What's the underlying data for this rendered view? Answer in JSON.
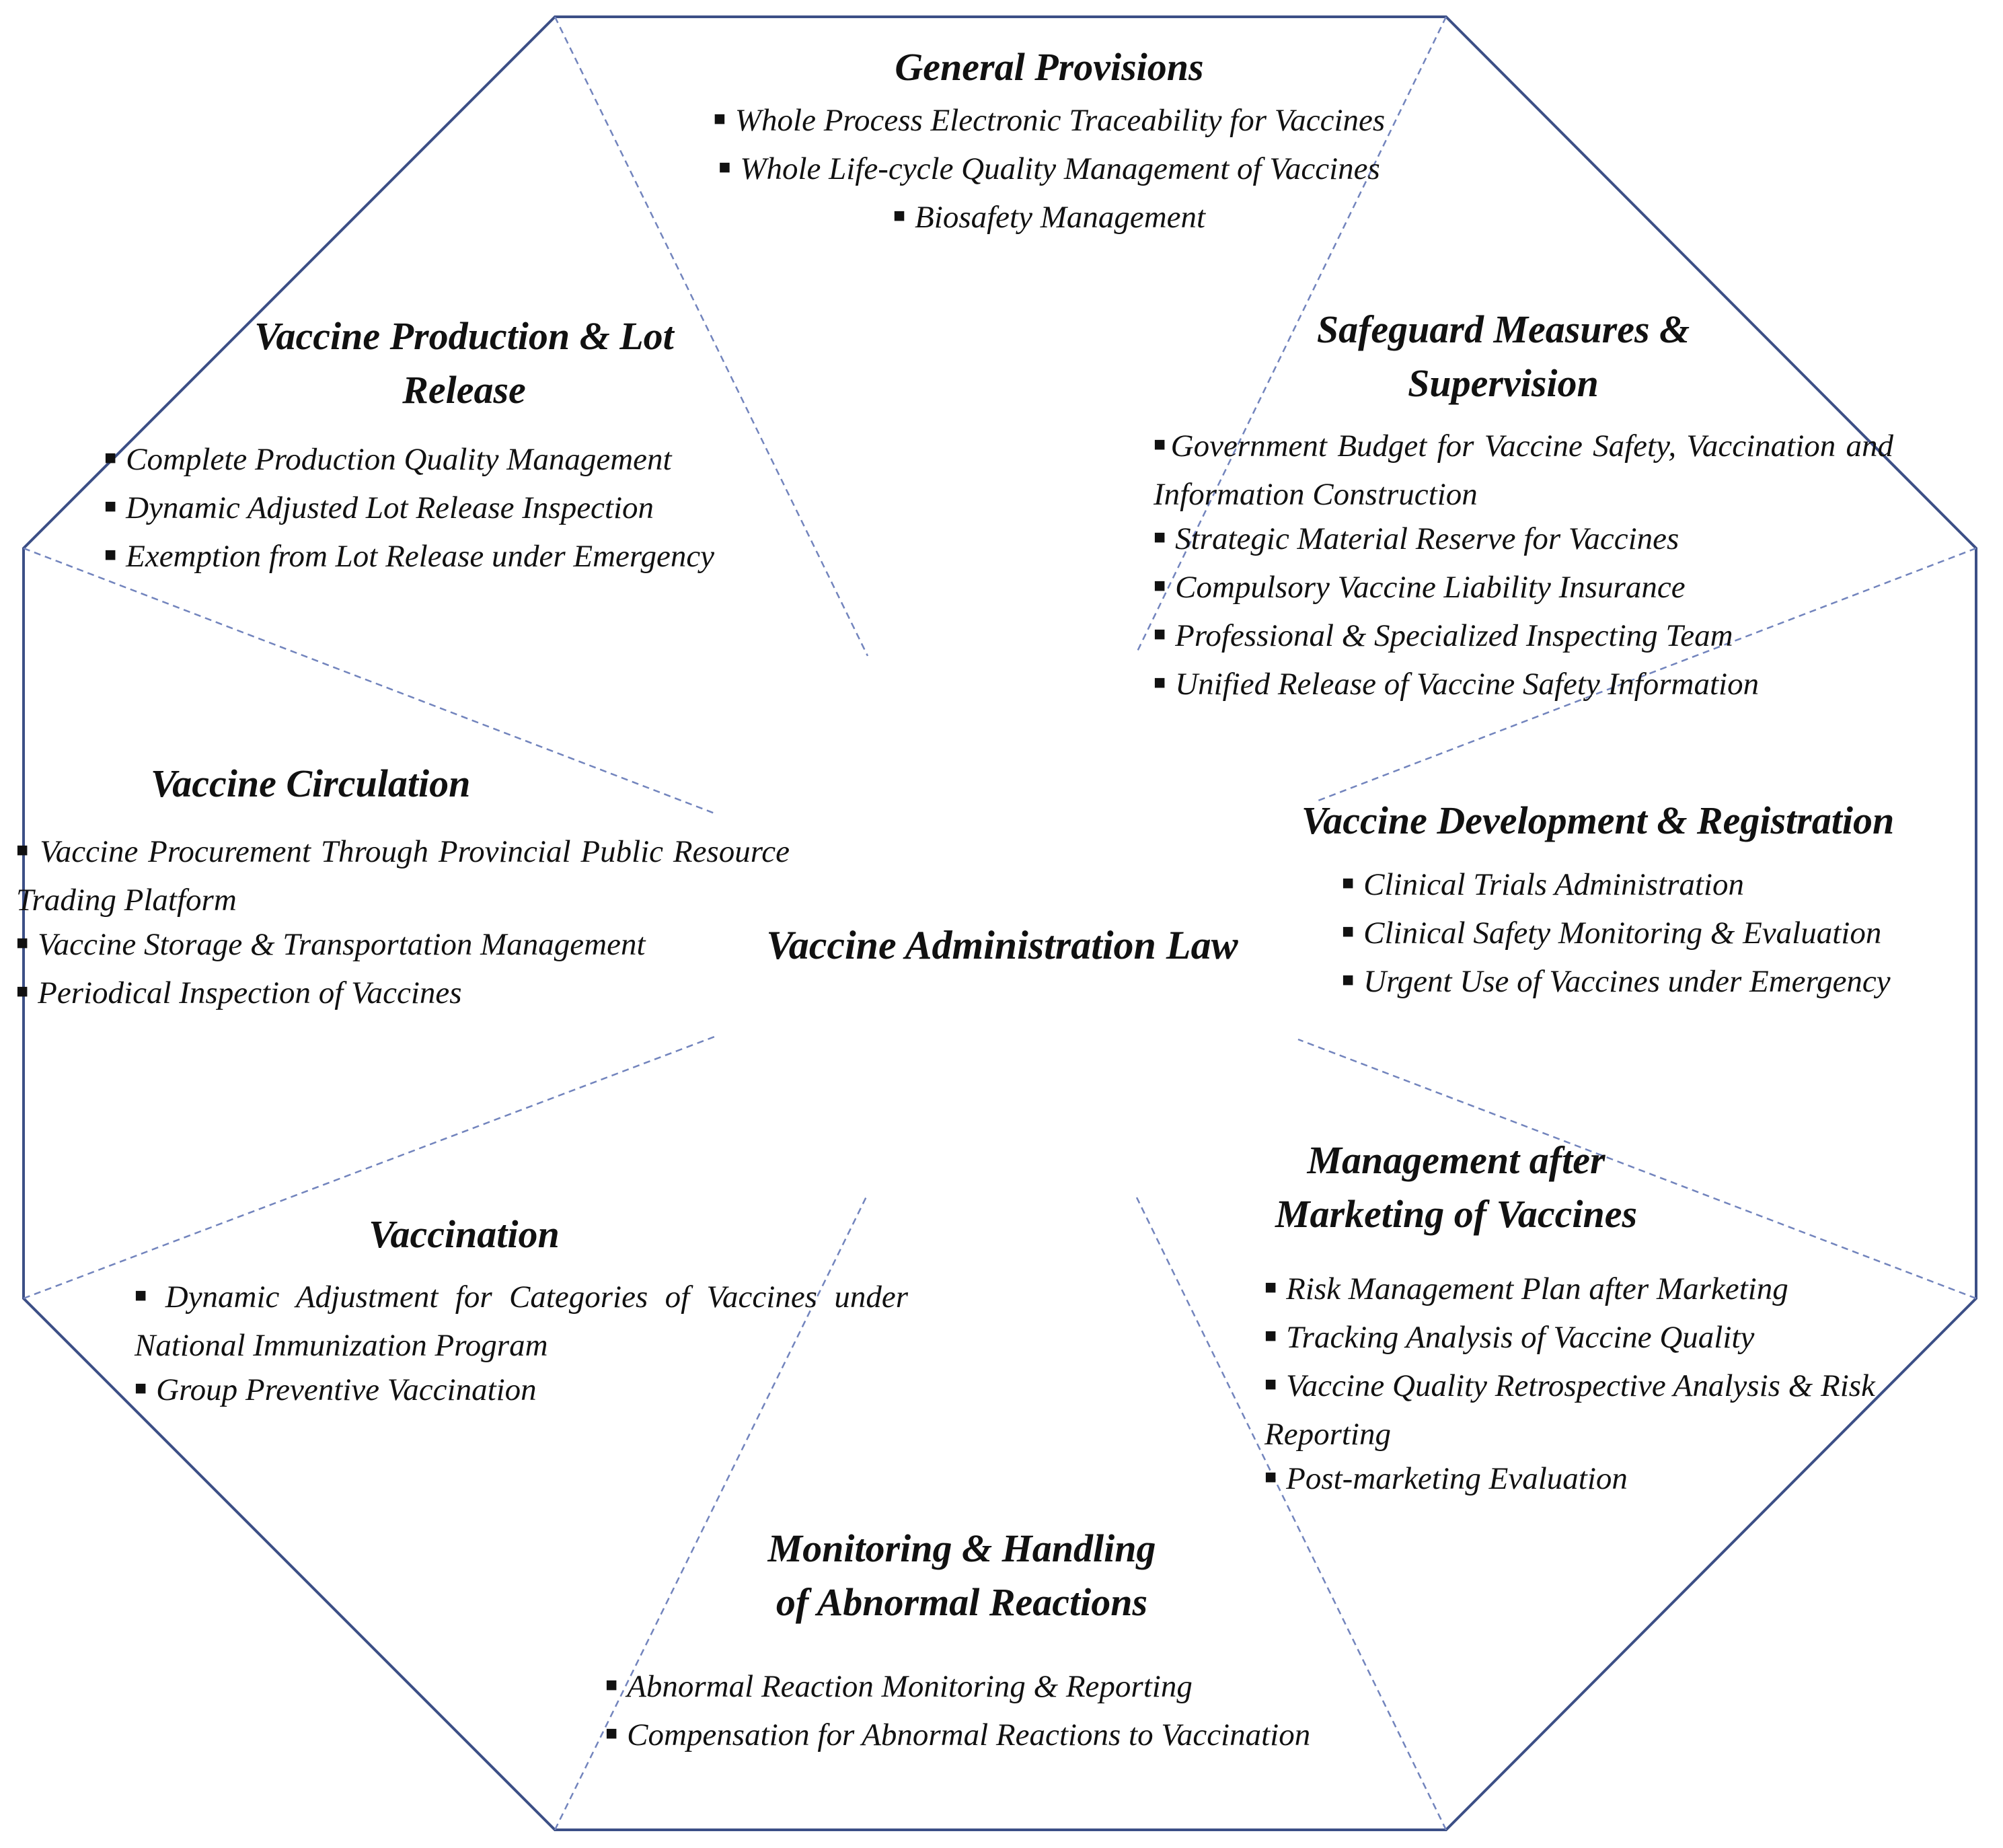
{
  "center_title": "Vaccine Administration Law",
  "colors": {
    "outline": "#3c4f86",
    "divider": "#7284bd",
    "text": "#111111"
  },
  "sections": {
    "general_provisions": {
      "title": "General Provisions",
      "items": [
        "Whole Process Electronic Traceability for Vaccines",
        "Whole Life-cycle Quality Management of Vaccines",
        "Biosafety Management"
      ]
    },
    "safeguard_measures": {
      "title_line1": "Safeguard Measures &",
      "title_line2": "Supervision",
      "items": [
        "Government Budget for Vaccine Safety, Vaccination and Information Construction",
        "Strategic Material Reserve for Vaccines",
        "Compulsory Vaccine Liability Insurance",
        "Professional & Specialized Inspecting Team",
        "Unified Release of Vaccine Safety Information"
      ]
    },
    "vaccine_development": {
      "title": "Vaccine Development & Registration",
      "items": [
        "Clinical Trials Administration",
        "Clinical Safety Monitoring & Evaluation",
        "Urgent Use of Vaccines under Emergency"
      ]
    },
    "management_after_marketing": {
      "title_line1": "Management after",
      "title_line2": "Marketing of  Vaccines",
      "items": [
        "Risk Management Plan after Marketing",
        "Tracking Analysis of Vaccine Quality",
        "Vaccine Quality Retrospective Analysis & Risk Reporting",
        "Post-marketing Evaluation"
      ]
    },
    "monitoring_abnormal": {
      "title_line1": "Monitoring & Handling",
      "title_line2": "of Abnormal Reactions",
      "items": [
        "Abnormal Reaction Monitoring & Reporting",
        "Compensation for Abnormal Reactions to Vaccination"
      ]
    },
    "vaccination": {
      "title": "Vaccination",
      "items": [
        "Dynamic Adjustment for Categories of Vaccines under National Immunization Program",
        "Group Preventive Vaccination"
      ]
    },
    "vaccine_circulation": {
      "title": "Vaccine Circulation",
      "items": [
        "Vaccine Procurement Through Provincial Public Resource Trading Platform",
        "Vaccine Storage & Transportation Management",
        "Periodical Inspection of Vaccines"
      ]
    },
    "vaccine_production": {
      "title_line1": "Vaccine Production & Lot",
      "title_line2": "Release",
      "items": [
        "Complete Production Quality Management",
        "Dynamic Adjusted Lot Release Inspection",
        "Exemption from Lot Release under Emergency"
      ]
    }
  }
}
